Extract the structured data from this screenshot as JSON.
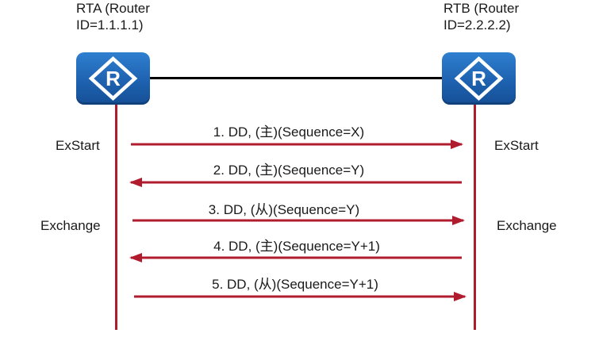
{
  "routers": {
    "rta": {
      "title_line1": "RTA  (Router",
      "title_line2": "ID=1.1.1.1)",
      "icon_letter": "R"
    },
    "rtb": {
      "title_line1": "RTB  (Router",
      "title_line2": "ID=2.2.2.2)",
      "icon_letter": "R"
    }
  },
  "states": {
    "left_exstart": "ExStart",
    "right_exstart": "ExStart",
    "left_exchange": "Exchange",
    "right_exchange": "Exchange"
  },
  "messages": [
    {
      "text": "1. DD, (主)(Sequence=X)",
      "direction": "right"
    },
    {
      "text": "2. DD, (主)(Sequence=Y)",
      "direction": "left"
    },
    {
      "text": "3. DD, (从)(Sequence=Y)",
      "direction": "right"
    },
    {
      "text": "4. DD, (主)(Sequence=Y+1)",
      "direction": "left"
    },
    {
      "text": "5. DD, (从)(Sequence=Y+1)",
      "direction": "right"
    }
  ],
  "colors": {
    "arrow": "#b01c2e",
    "router": "#1e62b0",
    "link": "#000000"
  }
}
